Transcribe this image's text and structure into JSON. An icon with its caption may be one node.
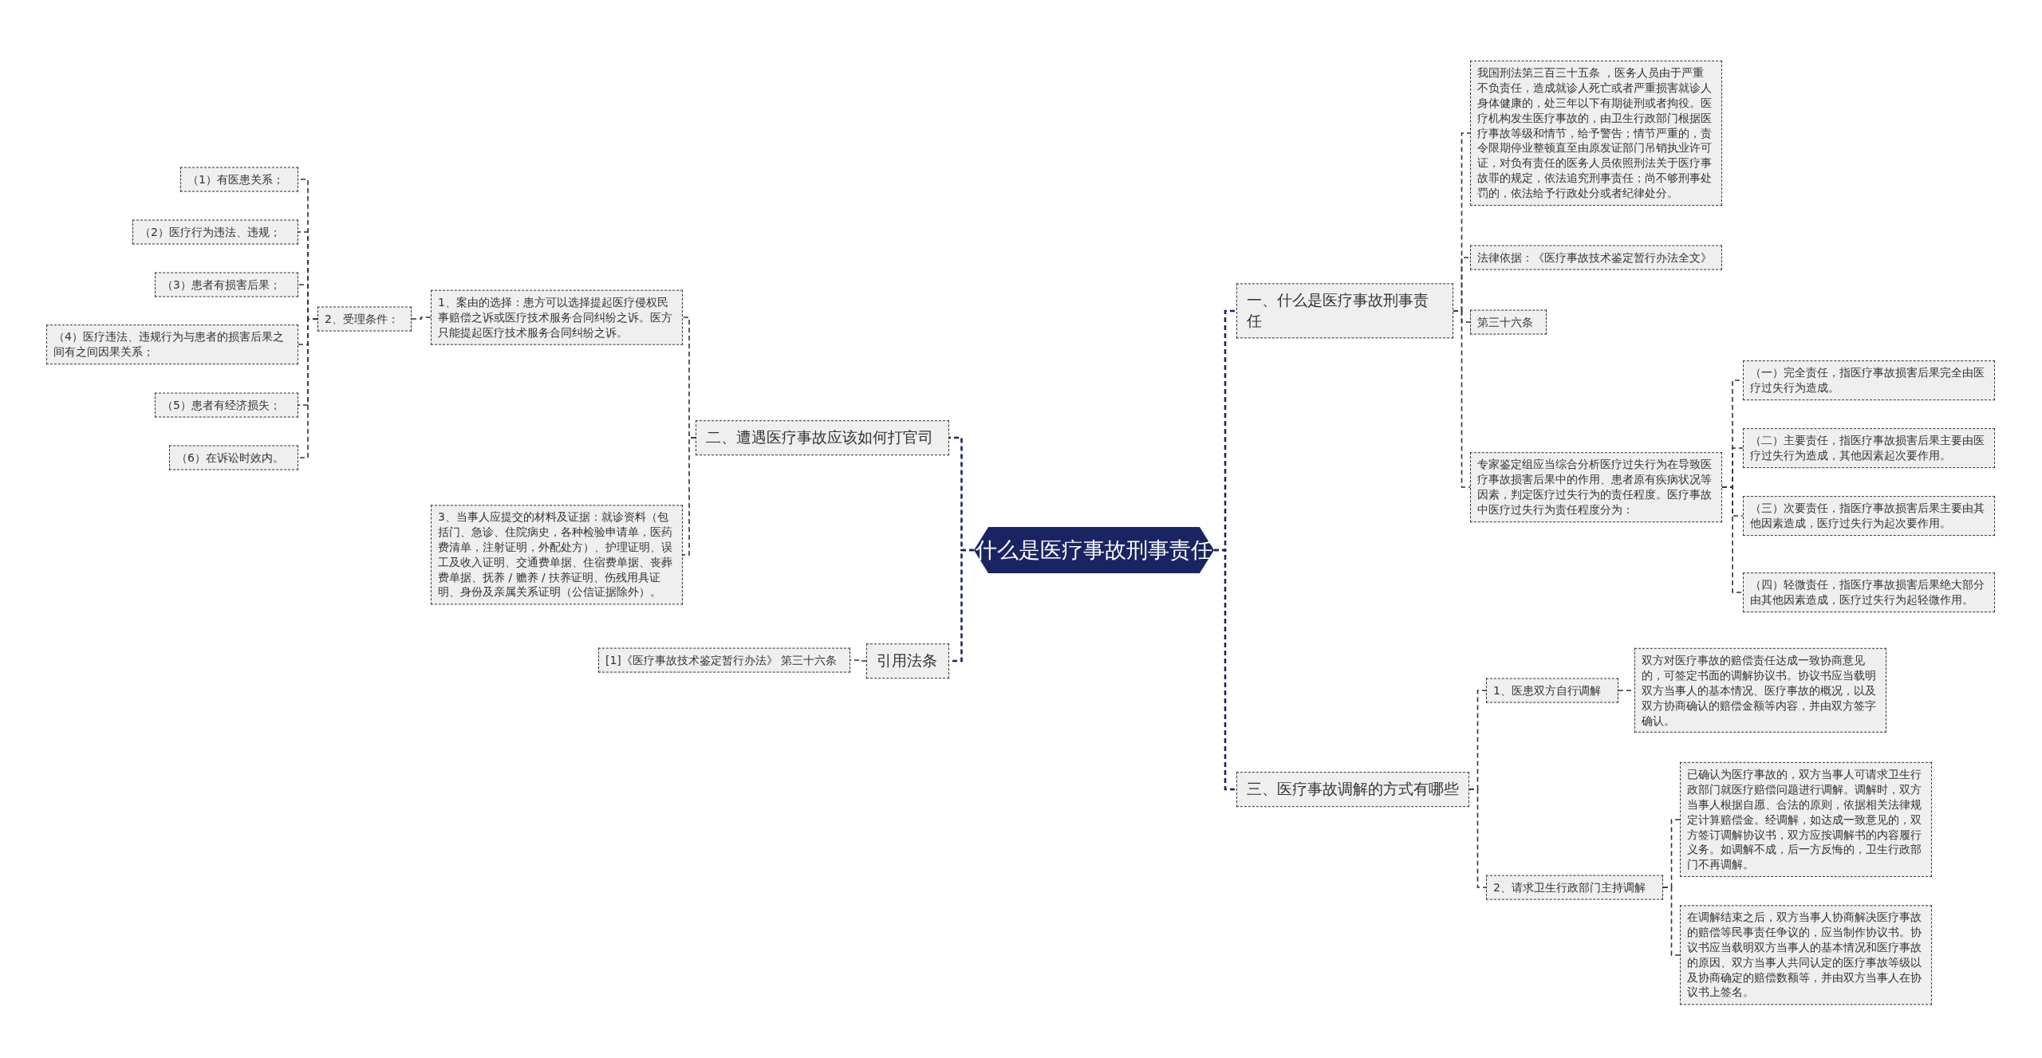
{
  "diagram": {
    "nodes": [
      {
        "text": [
          "什么是医疗事故刑事责任"
        ]
      },
      {
        "text": [
          "一、什么是医疗事故刑事责任"
        ]
      },
      {
        "text": [
          "我国刑法第三百三十五条 ，医务人员由于严重不负责任，造成就诊人死亡或者严重损害就诊人身体健康的，处三年以下有期徒刑或者拘役。医疗机构发生医疗事故的，由卫生行政部门根据医疗事故等级和情节，给予警告；情节严重的，责令限期停业整顿直至由原发证部门吊销执业许可证，对负有责任的医务人员依照刑法关于医疗事故罪的规定，依法追究刑事责任；尚不够刑事处罚的，依法给予行政处分或者纪律处分。"
        ]
      },
      {
        "text": [
          "法律依据：《医疗事故技术鉴定暂行办法全文》"
        ]
      },
      {
        "text": [
          "第三十六条"
        ]
      },
      {
        "text": [
          "专家鉴定组应当综合分析医疗过失行为在导致医疗事故损害后果中的作用、患者原有疾病状况等因素，判定医疗过失行为的责任程度。医疗事故中医疗过失行为责任程度分为："
        ]
      },
      {
        "text": [
          "（一）完全责任，指医疗事故损害后果完全由医疗过失行为造成。"
        ]
      },
      {
        "text": [
          "（二）主要责任，指医疗事故损害后果主要由医疗过失行为造成，其他因素起次要作用。"
        ]
      },
      {
        "text": [
          "（三）次要责任，指医疗事故损害后果主要由其他因素造成，医疗过失行为起次要作用。"
        ]
      },
      {
        "text": [
          "（四）轻微责任，指医疗事故损害后果绝大部分由其他因素造成，医疗过失行为起轻微作用。"
        ]
      },
      {
        "text": [
          "三、医疗事故调解的方式有哪些"
        ]
      },
      {
        "text": [
          "1、医患双方自行调解"
        ]
      },
      {
        "text": [
          "双方对医疗事故的赔偿责任达成一致协商意见的，可签定书面的调解协议书。协议书应当载明双方当事人的基本情况、医疗事故的概况，以及双方协商确认的赔偿金额等内容，并由双方签字确认。"
        ]
      },
      {
        "text": [
          "2、请求卫生行政部门主持调解"
        ]
      },
      {
        "text": [
          "已确认为医疗事故的，双方当事人可请求卫生行政部门就医疗赔偿问题进行调解。调解时，双方当事人根据自愿、合法的原则，依据相关法律规定计算赔偿金。经调解，如达成一致意见的，双方签订调解协议书，双方应按调解书的内容履行义务。如调解不成，后一方反悔的，卫生行政部门不再调解。"
        ]
      },
      {
        "text": [
          "在调解结束之后，双方当事人协商解决医疗事故的赔偿等民事责任争议的，应当制作协议书。协议书应当载明双方当事人的基本情况和医疗事故的原因、双方当事人共同认定的医疗事故等级以及协商确定的赔偿数额等，并由双方当事人在协议书上签名。"
        ]
      },
      {
        "text": [
          "二、遭遇医疗事故应该如何打官司"
        ]
      },
      {
        "text": [
          "1、案由的选择：患方可以选择提起医疗侵权民事赔偿之诉或医疗技术服务合同纠纷之诉。医方只能提起医疗技术服务合同纠纷之诉。"
        ]
      },
      {
        "text": [
          "2、受理条件："
        ]
      },
      {
        "text": [
          "（1）有医患关系；"
        ]
      },
      {
        "text": [
          "（2）医疗行为违法、违规；"
        ]
      },
      {
        "text": [
          "（3）患者有损害后果；"
        ]
      },
      {
        "text": [
          "（4）医疗违法、违规行为与患者的损害后果之间有之间因果关系；"
        ]
      },
      {
        "text": [
          "（5）患者有经济损失；"
        ]
      },
      {
        "text": [
          "（6）在诉讼时效内。"
        ]
      },
      {
        "text": [
          "3、当事人应提交的材料及证据：就诊资料（包括门、急诊、住院病史，各种检验申请单，医药费清单，注射证明，外配处方）、护理证明、误工及收入证明、交通费单据、住宿费单据、丧葬费单据、抚养 / 赡养 / 扶养证明、伤残用具证明、身份及亲属关系证明（公信证据除外）。"
        ]
      },
      {
        "text": [
          "引用法条"
        ]
      },
      {
        "text": [
          "[1]《医疗事故技术鉴定暂行办法》 第三十六条"
        ]
      }
    ],
    "edges": [
      {
        "from": 0,
        "to": 1,
        "arrow": "none",
        "style": "dashed",
        "color": "#1b2463"
      },
      {
        "from": 1,
        "to": 2,
        "arrow": "none",
        "style": "dashed"
      },
      {
        "from": 1,
        "to": 3,
        "arrow": "none",
        "style": "dashed"
      },
      {
        "from": 1,
        "to": 4,
        "arrow": "none",
        "style": "dashed"
      },
      {
        "from": 1,
        "to": 5,
        "arrow": "none",
        "style": "dashed"
      },
      {
        "from": 5,
        "to": 6,
        "arrow": "none",
        "style": "dashed"
      },
      {
        "from": 5,
        "to": 7,
        "arrow": "none",
        "style": "dashed"
      },
      {
        "from": 5,
        "to": 8,
        "arrow": "none",
        "style": "dashed"
      },
      {
        "from": 5,
        "to": 9,
        "arrow": "none",
        "style": "dashed"
      },
      {
        "from": 0,
        "to": 10,
        "arrow": "none",
        "style": "dashed",
        "color": "#1b2463"
      },
      {
        "from": 10,
        "to": 11,
        "arrow": "none",
        "style": "dashed"
      },
      {
        "from": 11,
        "to": 12,
        "arrow": "none",
        "style": "dashed"
      },
      {
        "from": 10,
        "to": 13,
        "arrow": "none",
        "style": "dashed"
      },
      {
        "from": 13,
        "to": 14,
        "arrow": "none",
        "style": "dashed"
      },
      {
        "from": 13,
        "to": 15,
        "arrow": "none",
        "style": "dashed"
      },
      {
        "from": 0,
        "to": 16,
        "arrow": "none",
        "style": "dashed",
        "color": "#1b2463"
      },
      {
        "from": 16,
        "to": 17,
        "arrow": "none",
        "style": "dashed"
      },
      {
        "from": 17,
        "to": 18,
        "arrow": "none",
        "style": "dashed"
      },
      {
        "from": 18,
        "to": 19,
        "arrow": "none",
        "style": "dashed"
      },
      {
        "from": 18,
        "to": 20,
        "arrow": "none",
        "style": "dashed"
      },
      {
        "from": 18,
        "to": 21,
        "arrow": "none",
        "style": "dashed"
      },
      {
        "from": 18,
        "to": 22,
        "arrow": "none",
        "style": "dashed"
      },
      {
        "from": 18,
        "to": 23,
        "arrow": "none",
        "style": "dashed"
      },
      {
        "from": 18,
        "to": 24,
        "arrow": "none",
        "style": "dashed"
      },
      {
        "from": 16,
        "to": 25,
        "arrow": "none",
        "style": "dashed"
      },
      {
        "from": 0,
        "to": 26,
        "arrow": "none",
        "style": "dashed",
        "color": "#1b2463"
      },
      {
        "from": 26,
        "to": 27,
        "arrow": "none",
        "style": "dashed"
      }
    ]
  }
}
